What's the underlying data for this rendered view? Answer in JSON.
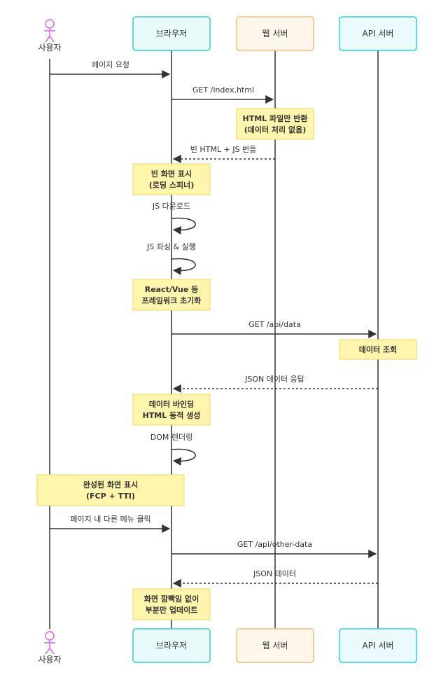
{
  "participants": [
    {
      "id": "user",
      "label": "사용자",
      "kind": "actor",
      "color": "#e85ef5"
    },
    {
      "id": "browser",
      "label": "브라우저",
      "kind": "box",
      "fill": "#e8fbfa",
      "stroke": "#2dd4bf"
    },
    {
      "id": "web",
      "label": "웹 서버",
      "kind": "box",
      "fill": "#fff6ec",
      "stroke": "#fdba74"
    },
    {
      "id": "api",
      "label": "API 서버",
      "kind": "box",
      "fill": "#ecfafb",
      "stroke": "#22d3ee"
    }
  ],
  "steps": [
    {
      "type": "message",
      "from": "user",
      "to": "browser",
      "label": "페이지 요청",
      "style": "solid"
    },
    {
      "type": "message",
      "from": "browser",
      "to": "web",
      "label": "GET /index.html",
      "style": "solid"
    },
    {
      "type": "note",
      "over": "web",
      "lines": [
        "HTML 파일만 반환",
        "(데이터 처리 없음)"
      ]
    },
    {
      "type": "message",
      "from": "web",
      "to": "browser",
      "label": "빈 HTML + JS 번들",
      "style": "dashed"
    },
    {
      "type": "note",
      "over": "browser",
      "lines": [
        "빈 화면 표시",
        "(로딩 스피너)"
      ]
    },
    {
      "type": "self",
      "on": "browser",
      "label": "JS 다운로드"
    },
    {
      "type": "self",
      "on": "browser",
      "label": "JS 파싱 & 실행"
    },
    {
      "type": "note",
      "over": "browser",
      "lines": [
        "React/Vue 등",
        "프레임워크 초기화"
      ]
    },
    {
      "type": "message",
      "from": "browser",
      "to": "api",
      "label": "GET /api/data",
      "style": "solid"
    },
    {
      "type": "note",
      "over": "api",
      "lines": [
        "데이터 조회"
      ]
    },
    {
      "type": "message",
      "from": "api",
      "to": "browser",
      "label": "JSON 데이터 응답",
      "style": "dashed"
    },
    {
      "type": "note",
      "over": "browser",
      "lines": [
        "데이터 바인딩",
        "HTML 동적 생성"
      ]
    },
    {
      "type": "self",
      "on": "browser",
      "label": "DOM 렌더링"
    },
    {
      "type": "note",
      "over": "user-browser",
      "lines": [
        "완성된 화면 표시",
        "(FCP + TTI)"
      ]
    },
    {
      "type": "message",
      "from": "user",
      "to": "browser",
      "label": "페이지 내 다른 메뉴 클릭",
      "style": "solid"
    },
    {
      "type": "message",
      "from": "browser",
      "to": "api",
      "label": "GET /api/other-data",
      "style": "solid"
    },
    {
      "type": "message",
      "from": "api",
      "to": "browser",
      "label": "JSON 데이터",
      "style": "dashed"
    },
    {
      "type": "note",
      "over": "browser",
      "lines": [
        "화면 깜빡임 없이",
        "부분만 업데이트"
      ]
    }
  ],
  "colors": {
    "line": "#333333",
    "note_fill": "#fff5ad",
    "note_stroke": "#f0d860"
  }
}
